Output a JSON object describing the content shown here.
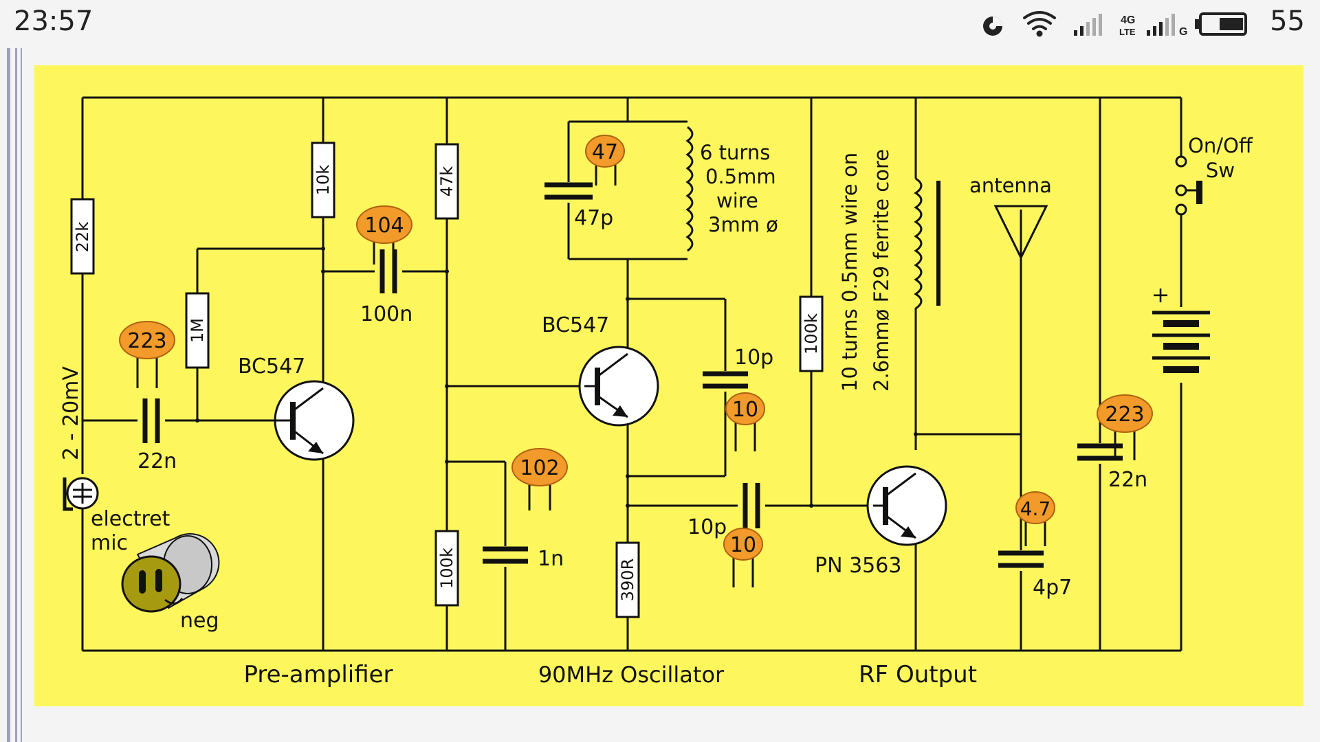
{
  "status_bar": {
    "time": "23:57",
    "battery_level": "55",
    "network_label": "4G",
    "network_sub": "LTE",
    "network_2g": "G",
    "icons": [
      "data-saver-icon",
      "wifi-icon",
      "signal-icon",
      "signal-icon",
      "battery-icon"
    ]
  },
  "diagram": {
    "colors": {
      "background": "#fdf75d",
      "line": "#111111",
      "badge": "#f29a2a",
      "component": "#ffffff"
    },
    "resistors": {
      "r22k": "22k",
      "r1m": "1M",
      "r10k": "10k",
      "r47k": "47k",
      "r100k_left": "100k",
      "r390r": "390R",
      "r100k_right": "100k"
    },
    "capacitors": {
      "c22n_left": "22n",
      "c100n": "100n",
      "c47p": "47p",
      "c1n": "1n",
      "c10p_top": "10p",
      "c10p_bottom": "10p",
      "c4p7": "4p7",
      "c22n_right": "22n"
    },
    "cap_codes": {
      "code223_left": "223",
      "code104": "104",
      "code47": "47",
      "code102": "102",
      "code10_top": "10",
      "code10_bottom": "10",
      "code47_dot": "4.7",
      "code223_right": "223"
    },
    "transistors": {
      "q1": "BC547",
      "q2": "BC547",
      "q3": "PN 3563"
    },
    "coil_osc": [
      "6 turns",
      "0.5mm",
      "wire",
      "3mm ø"
    ],
    "coil_rf": [
      "10 turns 0.5mm wire on",
      "2.6mmø  F29 ferrite core"
    ],
    "labels": {
      "antenna": "antenna",
      "switch_line1": "On/Off",
      "switch_line2": "Sw",
      "battery_plus": "+",
      "input_level": "2 - 20mV",
      "mic_line1": "electret",
      "mic_line2": "mic",
      "mic_neg": "neg"
    },
    "sections": {
      "preamp": "Pre-amplifier",
      "oscillator": "90MHz Oscillator",
      "rf_output": "RF Output"
    }
  }
}
